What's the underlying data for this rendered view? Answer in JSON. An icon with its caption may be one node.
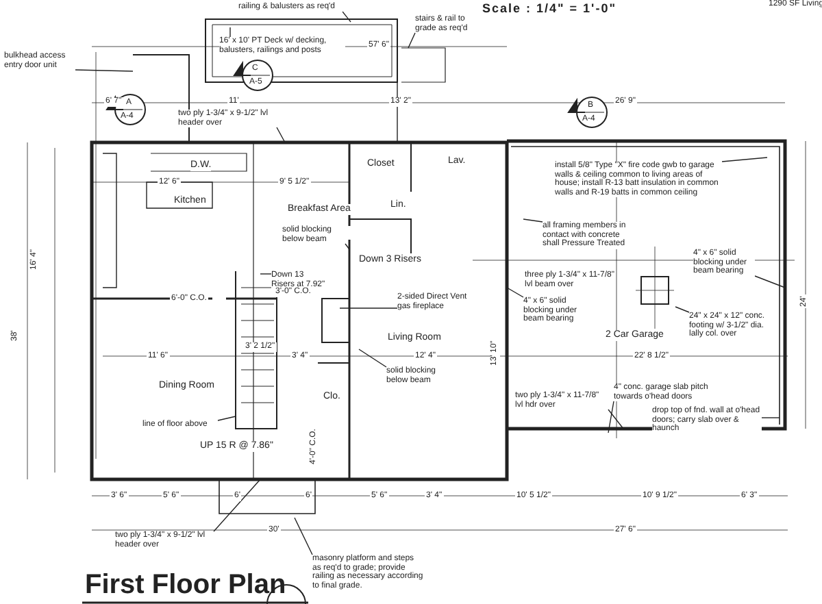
{
  "diagram": {
    "title": "First Floor Plan",
    "nodes": [
      {
        "text": [
          "bulkhead access entry door unit"
        ]
      },
      {
        "text": [
          "railing & balusters as req'd"
        ]
      },
      {
        "text": [
          "16' x 10' PT Deck w/ decking, balusters, railings and posts"
        ]
      },
      {
        "text": [
          "stairs & rail to grade as req'd"
        ]
      },
      {
        "text": [
          "two ply 1-3/4\" x 9-1/2\" lvl header over"
        ]
      },
      {
        "text": [
          "install 5/8\" Type \"X\" fire code gwb to garage walls & ceiling common to living areas of house; install R-13 batt insulation in common walls and R-19 batts in common ceiling"
        ]
      },
      {
        "text": [
          "all framing members in contact with concrete shall Pressure Treated"
        ]
      },
      {
        "text": [
          "solid blocking below beam"
        ]
      },
      {
        "text": [
          "Down 13 Risers at 7.92\""
        ]
      },
      {
        "text": [
          "4\" x 6\" solid blocking under beam bearing"
        ]
      },
      {
        "text": [
          "4\" x 6\" solid blocking under beam bearing"
        ]
      },
      {
        "text": [
          "24\" x 24\" x 12\" conc. footing w/ 3-1/2\" dia. lally col. over"
        ]
      },
      {
        "text": [
          "2-sided Direct Vent gas fireplace"
        ]
      },
      {
        "text": [
          "solid blocking below beam"
        ]
      },
      {
        "text": [
          "4\" conc. garage slab pitch towards o'head doors"
        ]
      },
      {
        "text": [
          "two ply 1-3/4\" x 11-7/8\" lvl hdr over"
        ]
      },
      {
        "text": [
          "drop top of fnd. wall at o'head doors; carry slab over & haunch"
        ]
      },
      {
        "text": [
          "line of floor above"
        ]
      },
      {
        "text": [
          "two ply 1-3/4\" x 9-1/2\" lvl header over"
        ]
      },
      {
        "text": [
          "masonry platform and steps as req'd to grade; provide railing as necessary according to final grade."
        ]
      }
    ],
    "edges": [
      {
        "from": 0,
        "to": null,
        "arrow": "none"
      },
      {
        "from": 1,
        "to": null,
        "arrow": "none"
      },
      {
        "from": 2,
        "to": null,
        "arrow": "none"
      },
      {
        "from": 3,
        "to": null,
        "arrow": "none"
      },
      {
        "from": 4,
        "to": null,
        "arrow": "none"
      },
      {
        "from": 5,
        "to": null,
        "arrow": "none"
      },
      {
        "from": 6,
        "to": null,
        "arrow": "none"
      },
      {
        "from": 7,
        "to": null,
        "arrow": "none"
      },
      {
        "from": 8,
        "to": null,
        "arrow": "none"
      },
      {
        "from": 9,
        "to": null,
        "arrow": "none"
      },
      {
        "from": 10,
        "to": null,
        "arrow": "none"
      },
      {
        "from": 11,
        "to": null,
        "arrow": "none"
      },
      {
        "from": 12,
        "to": null,
        "arrow": "none"
      },
      {
        "from": 13,
        "to": null,
        "arrow": "none"
      },
      {
        "from": 14,
        "to": null,
        "arrow": "none"
      },
      {
        "from": 15,
        "to": null,
        "arrow": "none"
      },
      {
        "from": 16,
        "to": null,
        "arrow": "none"
      },
      {
        "from": 17,
        "to": null,
        "arrow": "none"
      },
      {
        "from": 18,
        "to": null,
        "arrow": "none"
      },
      {
        "from": 19,
        "to": null,
        "arrow": "none"
      }
    ],
    "labels": [
      "Scale : 1/4\" = 1'-0\"",
      "1290 SF Living",
      "57' 6\"",
      "C",
      "A-5",
      "6' 7\"",
      "A",
      "11'",
      "13' 2\"",
      "B",
      "26' 9\"",
      "A-4",
      "A-4",
      "D.W.",
      "Closet",
      "Lav.",
      "12' 6\"",
      "9' 5 1/2\"",
      "Kitchen",
      "Breakfast Area",
      "Lin.",
      "16' 4\"",
      "Down 3 Risers",
      "three ply 1-3/4\" x 11-7/8\" lvl beam over",
      "38'",
      "6'-0\" C.O.",
      "3'-0\" C.O.",
      "24'",
      "Living Room",
      "2 Car Garage",
      "3' 2 1/2\"",
      "11' 6\"",
      "3' 4\"",
      "12' 4\"",
      "13' 10\"",
      "22' 8 1/2\"",
      "Dining Room",
      "Clo.",
      "UP 15 R @ 7.86\"",
      "4'-0\" C.O.",
      "3' 6\"",
      "5' 6\"",
      "6'",
      "6'",
      "5' 6\"",
      "3' 4\"",
      "10' 5 1/2\"",
      "10' 9 1/2\"",
      "6' 3\"",
      "30'",
      "27' 6\""
    ]
  }
}
